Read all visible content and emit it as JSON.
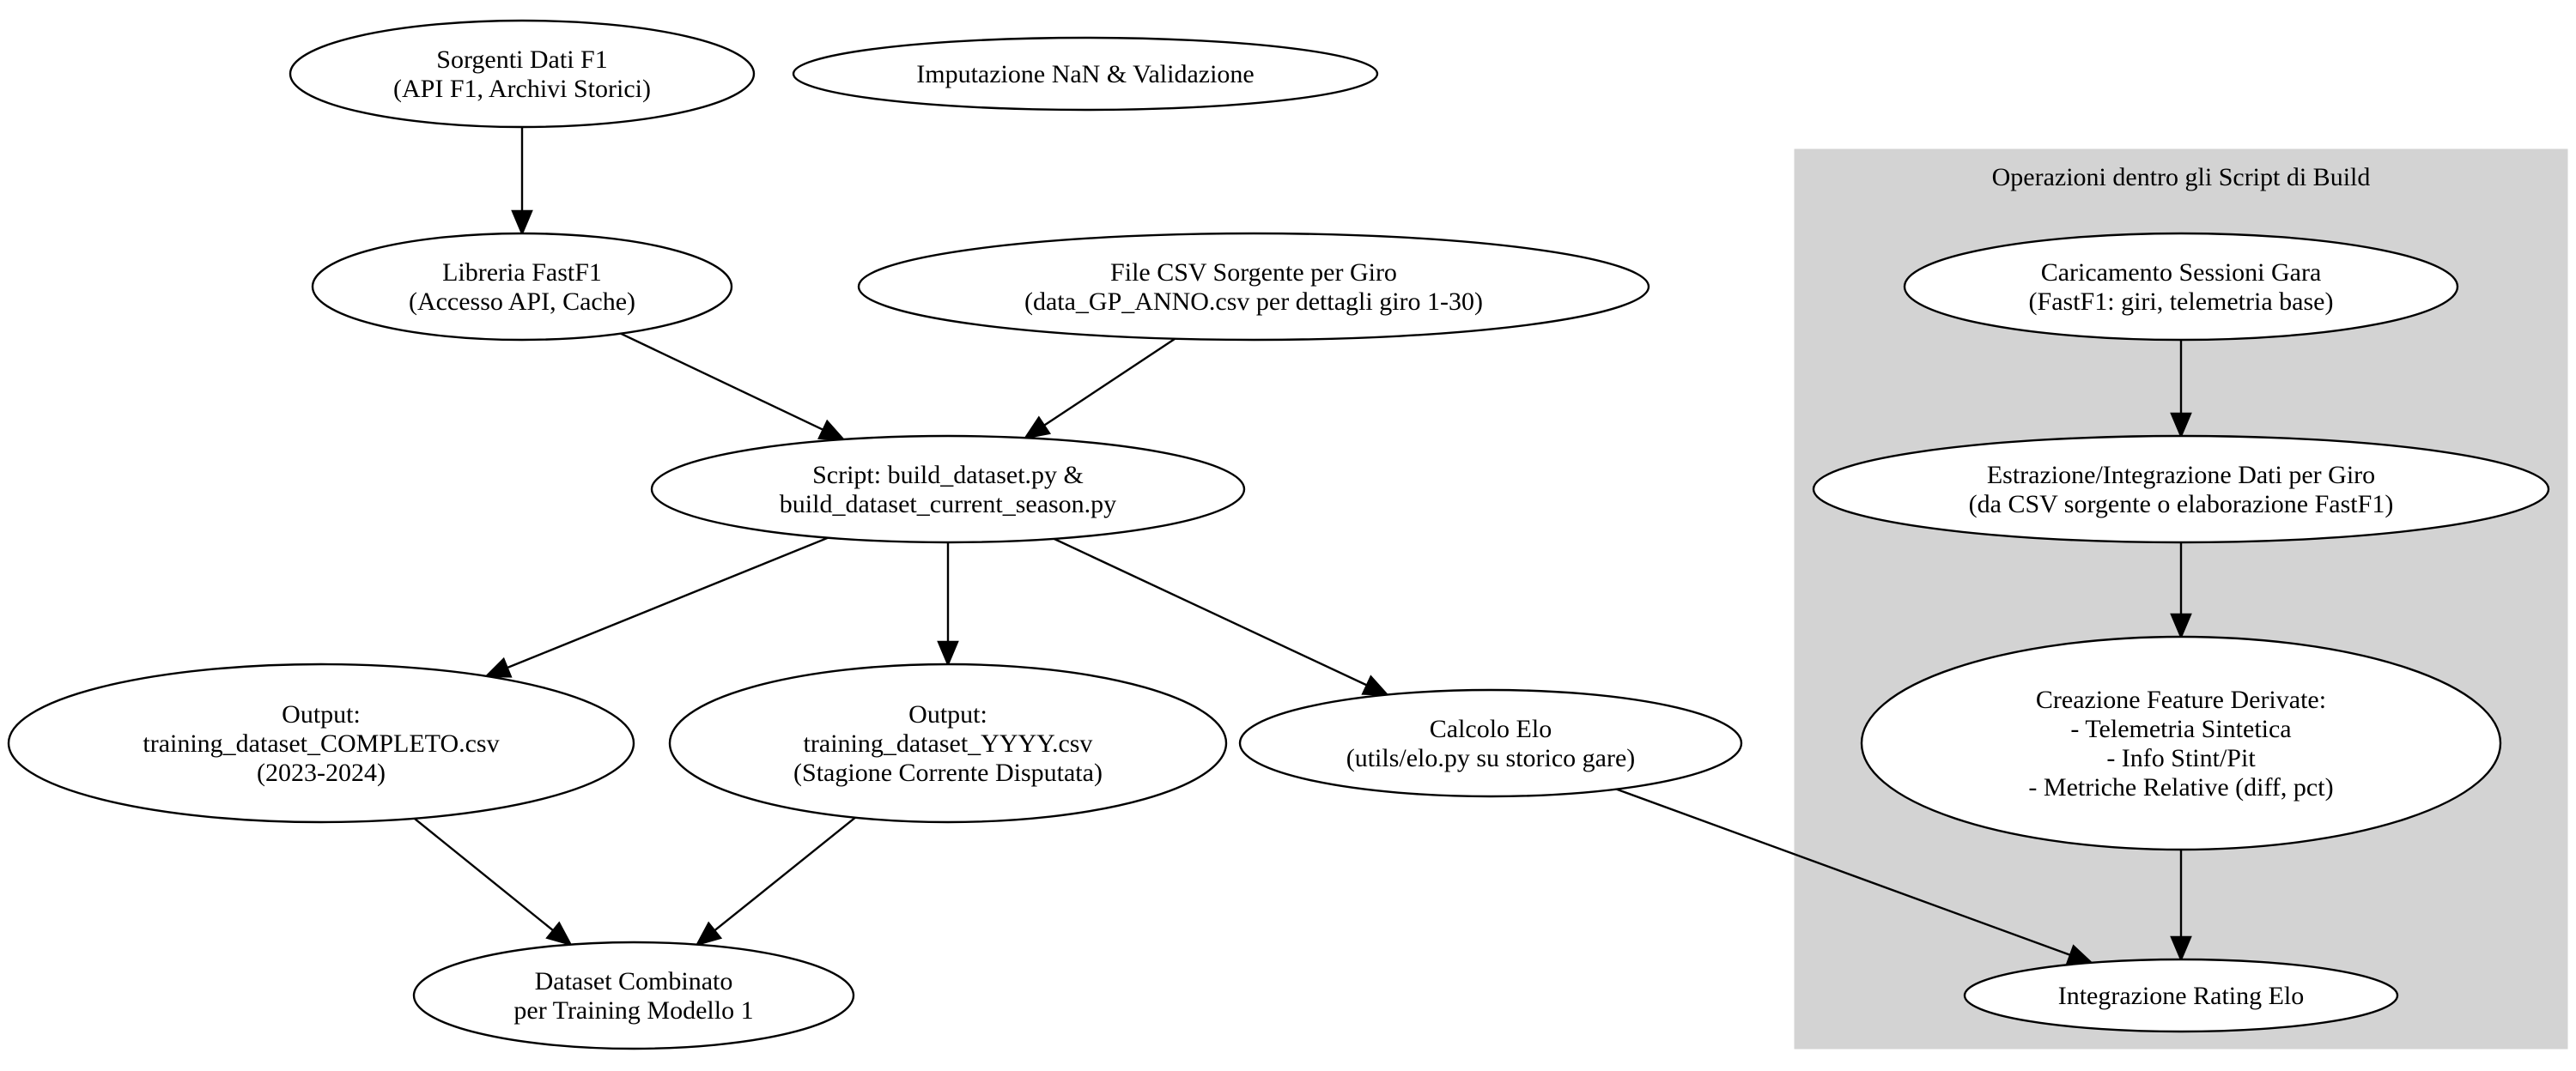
{
  "cluster": {
    "title": "Operazioni dentro gli Script di Build",
    "fill": "#d3d3d3"
  },
  "nodes": {
    "sorgenti": [
      "Sorgenti Dati F1",
      "(API F1, Archivi Storici)"
    ],
    "imputazione": [
      "Imputazione NaN & Validazione"
    ],
    "fastf1": [
      "Libreria FastF1",
      "(Accesso API, Cache)"
    ],
    "csv_giro": [
      "File CSV Sorgente per Giro",
      "(data_GP_ANNO.csv per dettagli giro 1-30)"
    ],
    "script": [
      "Script: build_dataset.py &",
      "build_dataset_current_season.py"
    ],
    "out_completo": [
      "Output:",
      "training_dataset_COMPLETO.csv",
      "(2023-2024)"
    ],
    "out_yyyy": [
      "Output:",
      "training_dataset_YYYY.csv",
      "(Stagione Corrente Disputata)"
    ],
    "elo": [
      "Calcolo Elo",
      "(utils/elo.py su storico gare)"
    ],
    "combinato": [
      "Dataset Combinato",
      "per Training Modello 1"
    ],
    "caricamento": [
      "Caricamento Sessioni Gara",
      "(FastF1: giri, telemetria base)"
    ],
    "estrazione": [
      "Estrazione/Integrazione Dati per Giro",
      "(da CSV sorgente o elaborazione FastF1)"
    ],
    "feature": [
      "Creazione Feature Derivate:",
      "- Telemetria Sintetica",
      "- Info Stint/Pit",
      "- Metriche Relative (diff, pct)"
    ],
    "integrazione_elo": [
      "Integrazione Rating Elo"
    ]
  },
  "edges": [
    {
      "from": "sorgenti",
      "to": "fastf1"
    },
    {
      "from": "fastf1",
      "to": "script"
    },
    {
      "from": "csv_giro",
      "to": "script"
    },
    {
      "from": "script",
      "to": "out_completo"
    },
    {
      "from": "script",
      "to": "out_yyyy"
    },
    {
      "from": "script",
      "to": "elo"
    },
    {
      "from": "out_completo",
      "to": "combinato"
    },
    {
      "from": "out_yyyy",
      "to": "combinato"
    },
    {
      "from": "elo",
      "to": "integrazione_elo"
    },
    {
      "from": "caricamento",
      "to": "estrazione"
    },
    {
      "from": "estrazione",
      "to": "feature"
    },
    {
      "from": "feature",
      "to": "integrazione_elo"
    }
  ]
}
